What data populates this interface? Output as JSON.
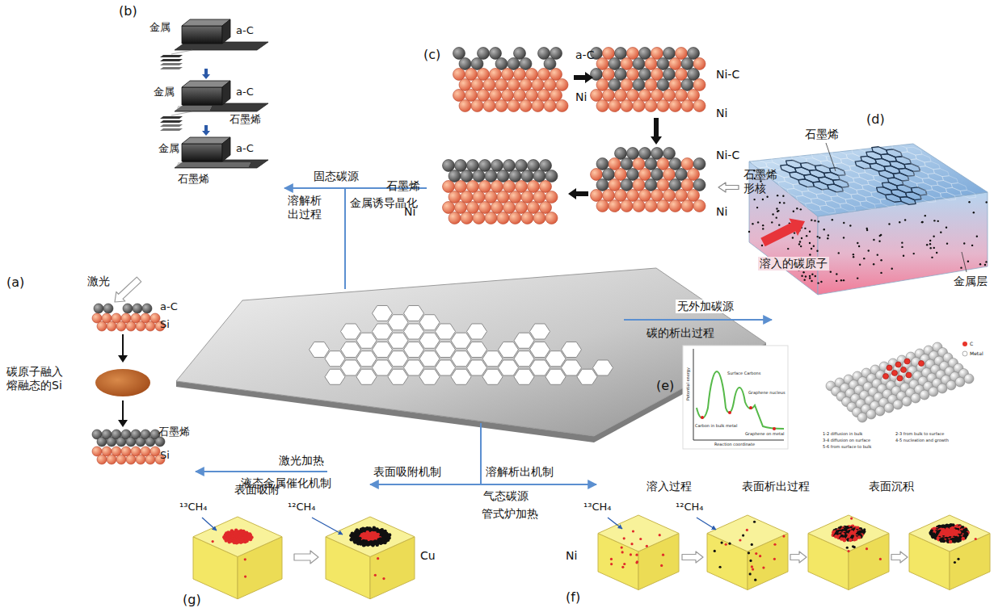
{
  "diagram": {
    "labels": [
      "(b)",
      "金属",
      "a-C",
      "金属",
      "a-C",
      "石墨烯",
      "金属",
      "a-C",
      "石墨烯",
      "固态碳源",
      "溶解析出过程",
      "金属诱导晶化",
      "(c)",
      "a-C",
      "Ni",
      "Ni-C",
      "Ni",
      "Ni-C",
      "石墨烯形核",
      "Ni",
      "石墨烯",
      "Ni",
      "(d)",
      "石墨烯",
      "溶入的碳原子",
      "金属层",
      "无外加碳源",
      "碳的析出过程",
      "(e)",
      "Potential energy",
      "Reaction coordinate",
      "Carbon in bulk metal",
      "Surface Carbons",
      "Graphene nucleus",
      "Graphene on metal",
      "C",
      "Metal",
      "1-2 diffusion in bulk",
      "2-3 from bulk to surface",
      "3-4 diffusion on surface",
      "4-5 nucleation and growth",
      "5-6 from surface to bulk",
      "激光加热",
      "液态金属催化机制",
      "(a)",
      "激光",
      "a-C",
      "Si",
      "碳原子融入熔融态的Si",
      "石墨烯",
      "Si",
      "表面吸附机制",
      "溶解析出机制",
      "气态碳源",
      "管式炉加热",
      "表面吸附",
      "¹³CH₄",
      "¹²CH₄",
      "Cu",
      "(g)",
      "溶入过程",
      "¹³CH₄",
      "¹²CH₄",
      "表面析出过程",
      "表面沉积",
      "Ni",
      "(f)"
    ]
  }
}
